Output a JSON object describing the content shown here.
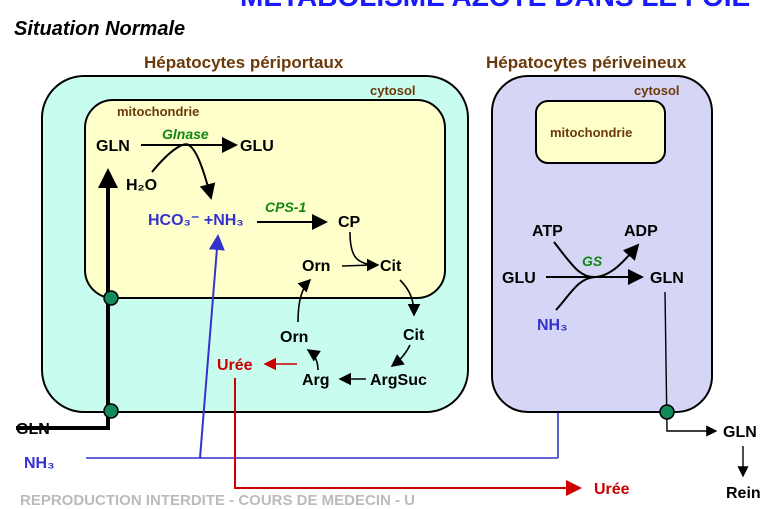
{
  "title": "MÉTABOLISME AZOTÉ DANS LE FOIE",
  "subtitle": "Situation Normale",
  "watermark": "REPRODUCTION INTERDITE - COURS DE MEDECIN - U",
  "colors": {
    "periportal_bg": "#c8fcef",
    "mito_bg": "#ffffcc",
    "perivenous_bg": "#d5d5f5",
    "nh3": "#3333cc",
    "uree": "#cc0000",
    "enzyme": "#118811",
    "transporter": "#128a5a",
    "heading": "#6b3a0a"
  },
  "periportal": {
    "heading": "Hépatocytes périportaux",
    "cytosol": "cytosol",
    "mitochondrie": "mitochondrie",
    "gln": "GLN",
    "glu": "GLU",
    "glnase": "Glnase",
    "h2o": "H₂O",
    "hco3_nh3": "HCO₃⁻ +NH₃",
    "cps1": "CPS-1",
    "cp": "CP",
    "orn_mito": "Orn",
    "cit_mito": "Cit",
    "cit_cyt": "Cit",
    "argsuc": "ArgSuc",
    "arg": "Arg",
    "orn_cyt": "Orn",
    "uree": "Urée"
  },
  "perivenous": {
    "heading": "Hépatocytes périveineux",
    "cytosol": "cytosol",
    "mitochondrie": "mitochondrie",
    "atp": "ATP",
    "adp": "ADP",
    "gs": "GS",
    "glu": "GLU",
    "gln": "GLN",
    "nh3": "NH₃"
  },
  "blood": {
    "gln_in": "GLN",
    "nh3_in": "NH₃",
    "uree_out": "Urée",
    "gln_out": "GLN",
    "rein": "Rein"
  }
}
